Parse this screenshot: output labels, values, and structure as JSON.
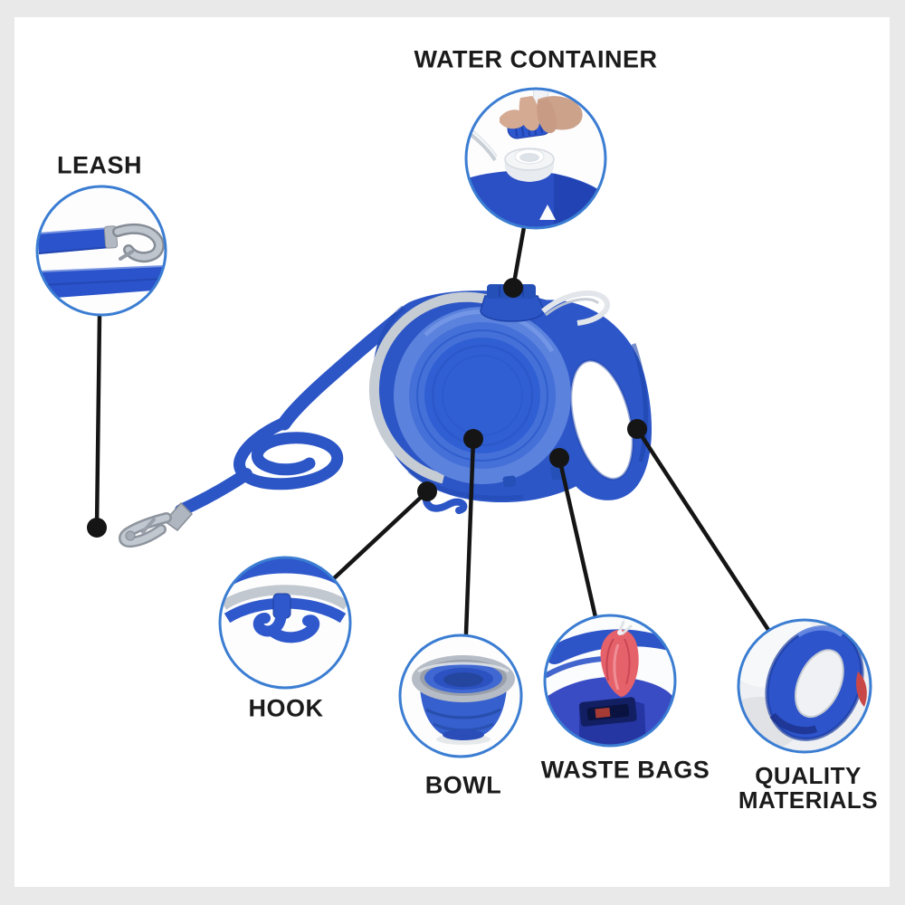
{
  "figure": {
    "type": "product-feature-diagram",
    "product": "Retractable dog leash with built-in water container, bowl and waste-bag dispenser"
  },
  "callouts": [
    {
      "id": "water-container",
      "label": "WATER CONTAINER",
      "label_position": "top"
    },
    {
      "id": "leash",
      "label": "LEASH",
      "label_position": "top"
    },
    {
      "id": "hook",
      "label": "HOOK",
      "label_position": "bottom"
    },
    {
      "id": "bowl",
      "label": "BOWL",
      "label_position": "bottom"
    },
    {
      "id": "waste-bags",
      "label": "WASTE BAGS",
      "label_position": "bottom"
    },
    {
      "id": "quality-materials",
      "label": "QUALITY MATERIALS",
      "label_position": "bottom"
    }
  ],
  "colors": {
    "frame_bg": "#e9e9e9",
    "canvas_bg": "#ffffff",
    "text": "#1b1b1b",
    "callout_border": "#3b7dd2",
    "leader": "#151515",
    "product_blue": "#2c56c6",
    "product_blue_dark": "#1d43aa",
    "bowl_blue": "#2f5fd3",
    "silver": "#c6ccd4",
    "bag_red": "#e5626a",
    "skin": "#cda88f"
  }
}
